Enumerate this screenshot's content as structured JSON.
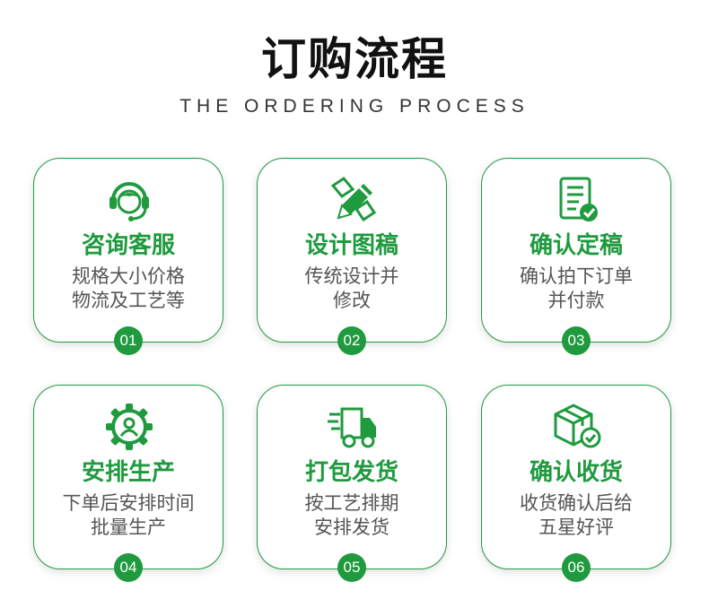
{
  "header": {
    "title": "订购流程",
    "subtitle": "THE ORDERING PROCESS"
  },
  "accent_color": "#1f9a3e",
  "steps": [
    {
      "title": "咨询客服",
      "desc_line1": "规格大小价格",
      "desc_line2": "物流及工艺等",
      "number": "01",
      "icon": "customer-service-headset-icon"
    },
    {
      "title": "设计图稿",
      "desc_line1": "传统设计并",
      "desc_line2": "修改",
      "number": "02",
      "icon": "design-pencil-icon"
    },
    {
      "title": "确认定稿",
      "desc_line1": "确认拍下订单",
      "desc_line2": "并付款",
      "number": "03",
      "icon": "document-check-icon"
    },
    {
      "title": "安排生产",
      "desc_line1": "下单后安排时间",
      "desc_line2": "批量生产",
      "number": "04",
      "icon": "gear-person-icon"
    },
    {
      "title": "打包发货",
      "desc_line1": "按工艺排期",
      "desc_line2": "安排发货",
      "number": "05",
      "icon": "delivery-truck-icon"
    },
    {
      "title": "确认收货",
      "desc_line1": "收货确认后给",
      "desc_line2": "五星好评",
      "number": "06",
      "icon": "package-check-icon"
    }
  ]
}
